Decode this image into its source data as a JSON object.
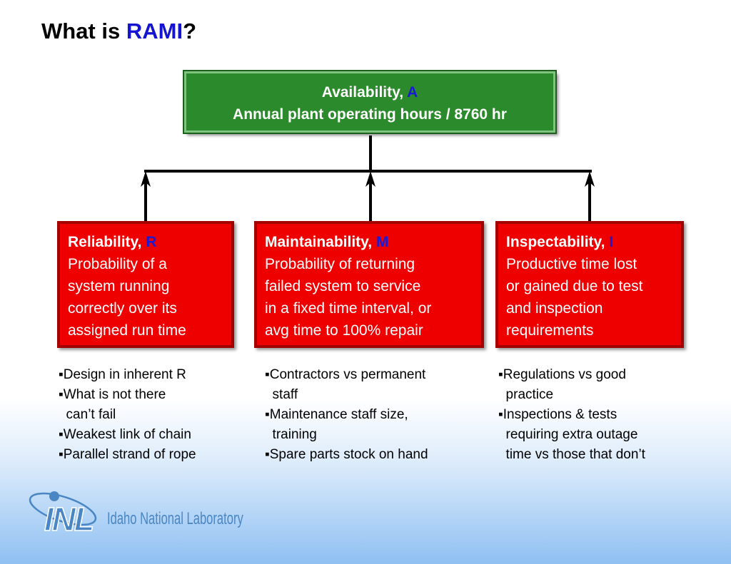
{
  "title": {
    "prefix": "What is ",
    "highlight": "RAMI",
    "suffix": "?"
  },
  "availability": {
    "label": "Availability, ",
    "abbr": "A",
    "formula": "Annual plant operating hours / 8760 hr"
  },
  "boxes": [
    {
      "label": "Reliability, ",
      "abbr": "R",
      "description": "Probability of a\nsystem running\ncorrectly over its\nassigned run time"
    },
    {
      "label": "Maintainability, ",
      "abbr": "M",
      "description": "Probability of returning\nfailed system to service\nin a fixed time interval, or\navg time to 100% repair"
    },
    {
      "label": "Inspectability, ",
      "abbr": "I",
      "description": "Productive time lost\nor gained due to test\nand inspection\nrequirements"
    }
  ],
  "bullet_lists": [
    [
      "▪Design in inherent R",
      "▪What is not there",
      "  can’t fail",
      "▪Weakest link of chain",
      "▪Parallel strand of rope"
    ],
    [
      "▪Contractors vs permanent",
      "  staff",
      "▪Maintenance staff size,",
      "  training",
      "▪Spare parts stock on hand"
    ],
    [
      "▪Regulations vs good",
      "  practice",
      "▪Inspections & tests",
      "  requiring extra outage",
      "  time vs those that don’t"
    ]
  ],
  "logo": {
    "mark": "INL",
    "text": "Idaho National Laboratory"
  },
  "colors": {
    "title_highlight": "#1414d2",
    "top_box": "#2b8a2b",
    "red_box": "#ee0000",
    "abbr": "#1a1ad6",
    "logo": "#4a86c4"
  }
}
